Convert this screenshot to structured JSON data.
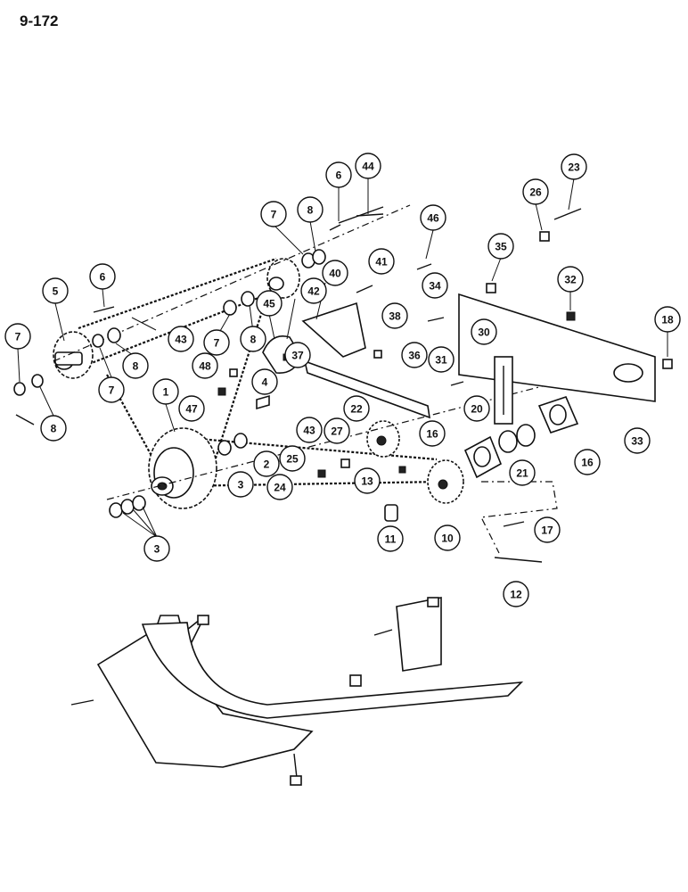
{
  "page_number": "9-172",
  "callouts": [
    {
      "id": "c1",
      "text": "1"
    },
    {
      "id": "c2",
      "text": "2"
    },
    {
      "id": "c3a",
      "text": "3"
    },
    {
      "id": "c3b",
      "text": "3"
    },
    {
      "id": "c4",
      "text": "4"
    },
    {
      "id": "c5",
      "text": "5"
    },
    {
      "id": "c6a",
      "text": "6"
    },
    {
      "id": "c6b",
      "text": "6"
    },
    {
      "id": "c7a",
      "text": "7"
    },
    {
      "id": "c7b",
      "text": "7"
    },
    {
      "id": "c7c",
      "text": "7"
    },
    {
      "id": "c7d",
      "text": "7"
    },
    {
      "id": "c8a",
      "text": "8"
    },
    {
      "id": "c8b",
      "text": "8"
    },
    {
      "id": "c8c",
      "text": "8"
    },
    {
      "id": "c8d",
      "text": "8"
    },
    {
      "id": "c10",
      "text": "10"
    },
    {
      "id": "c11",
      "text": "11"
    },
    {
      "id": "c12",
      "text": "12"
    },
    {
      "id": "c13",
      "text": "13"
    },
    {
      "id": "c16a",
      "text": "16"
    },
    {
      "id": "c16b",
      "text": "16"
    },
    {
      "id": "c17",
      "text": "17"
    },
    {
      "id": "c18",
      "text": "18"
    },
    {
      "id": "c20",
      "text": "20"
    },
    {
      "id": "c21",
      "text": "21"
    },
    {
      "id": "c22",
      "text": "22"
    },
    {
      "id": "c23",
      "text": "23"
    },
    {
      "id": "c24",
      "text": "24"
    },
    {
      "id": "c25",
      "text": "25"
    },
    {
      "id": "c26",
      "text": "26"
    },
    {
      "id": "c27",
      "text": "27"
    },
    {
      "id": "c30",
      "text": "30"
    },
    {
      "id": "c31",
      "text": "31"
    },
    {
      "id": "c32",
      "text": "32"
    },
    {
      "id": "c33",
      "text": "33"
    },
    {
      "id": "c34",
      "text": "34"
    },
    {
      "id": "c35",
      "text": "35"
    },
    {
      "id": "c36",
      "text": "36"
    },
    {
      "id": "c37",
      "text": "37"
    },
    {
      "id": "c38",
      "text": "38"
    },
    {
      "id": "c40",
      "text": "40"
    },
    {
      "id": "c41",
      "text": "41"
    },
    {
      "id": "c42",
      "text": "42"
    },
    {
      "id": "c43a",
      "text": "43"
    },
    {
      "id": "c43b",
      "text": "43"
    },
    {
      "id": "c44",
      "text": "44"
    },
    {
      "id": "c45",
      "text": "45"
    },
    {
      "id": "c46",
      "text": "46"
    },
    {
      "id": "c47",
      "text": "47"
    },
    {
      "id": "c48",
      "text": "48"
    }
  ]
}
